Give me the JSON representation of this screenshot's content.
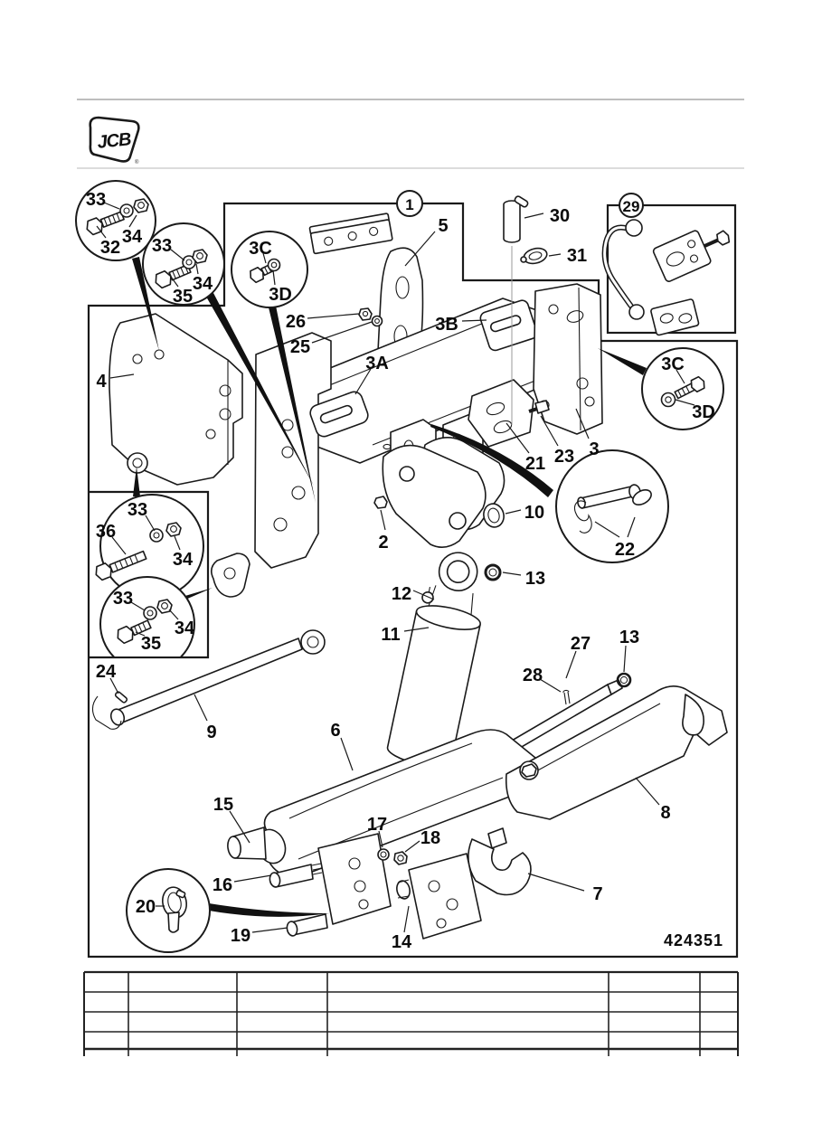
{
  "page": {
    "logo_text": "JCB",
    "registered_mark": "®",
    "figure_number": "424351"
  },
  "callouts": {
    "n1": "1",
    "n2": "2",
    "n3": "3",
    "n3A": "3A",
    "n3B": "3B",
    "n3C_left": "3C",
    "n3D_left": "3D",
    "n3C_right": "3C",
    "n3D_right": "3D",
    "n4": "4",
    "n5": "5",
    "n6": "6",
    "n7": "7",
    "n8": "8",
    "n9": "9",
    "n10": "10",
    "n11": "11",
    "n12": "12",
    "n13_top": "13",
    "n13_right": "13",
    "n14": "14",
    "n15": "15",
    "n16": "16",
    "n17": "17",
    "n18": "18",
    "n19": "19",
    "n20": "20",
    "n21": "21",
    "n22": "22",
    "n23": "23",
    "n24": "24",
    "n25": "25",
    "n26": "26",
    "n27": "27",
    "n28": "28",
    "n29": "29",
    "n30": "30",
    "n31": "31",
    "n32": "32",
    "n33_a": "33",
    "n34_a": "34",
    "n33_b": "33",
    "n34_b": "34",
    "n35_b": "35",
    "n33_g": "33",
    "n34_g": "34",
    "n36": "36",
    "n33_h": "33",
    "n34_h": "34",
    "n35_h": "35"
  }
}
